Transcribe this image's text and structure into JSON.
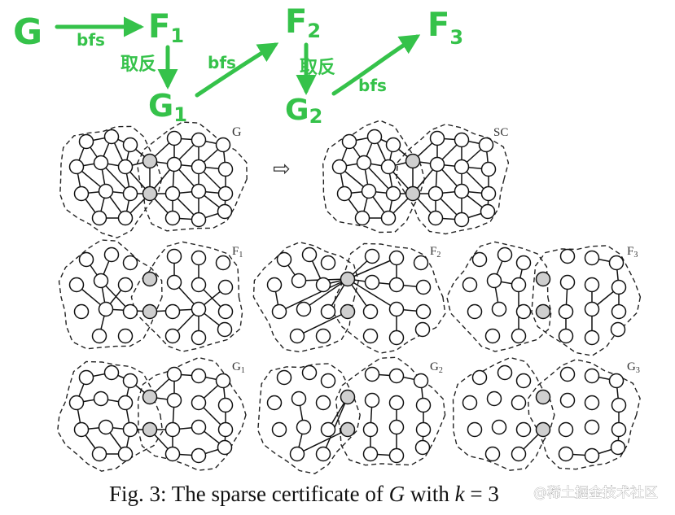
{
  "annotation": {
    "nodes": [
      {
        "id": "G",
        "label": "G"
      },
      {
        "id": "F1",
        "label": "F",
        "sub": "1"
      },
      {
        "id": "G1",
        "label": "G",
        "sub": "1"
      },
      {
        "id": "F2",
        "label": "F",
        "sub": "2"
      },
      {
        "id": "G2",
        "label": "G",
        "sub": "2"
      },
      {
        "id": "F3",
        "label": "F",
        "sub": "3"
      }
    ],
    "labels": {
      "bfs_1": "bfs",
      "negate_1": "取反",
      "bfs_2": "bfs",
      "negate_2": "取反",
      "bfs_3": "bfs"
    },
    "color": "#35c24a"
  },
  "panels": {
    "G": "G",
    "SC": "SC",
    "F1": "F",
    "F1_sub": "1",
    "F2": "F",
    "F2_sub": "2",
    "F3": "F",
    "F3_sub": "3",
    "G1": "G",
    "G1_sub": "1",
    "G2": "G",
    "G2_sub": "2",
    "G3": "G",
    "G3_sub": "3",
    "arrow": "⇨"
  },
  "caption": {
    "prefix": "Fig. 3: The sparse certificate of ",
    "var_G": "G",
    "middle": " with ",
    "var_k": "k",
    "suffix": " = 3"
  },
  "watermark": "@稀土掘金技术社区"
}
